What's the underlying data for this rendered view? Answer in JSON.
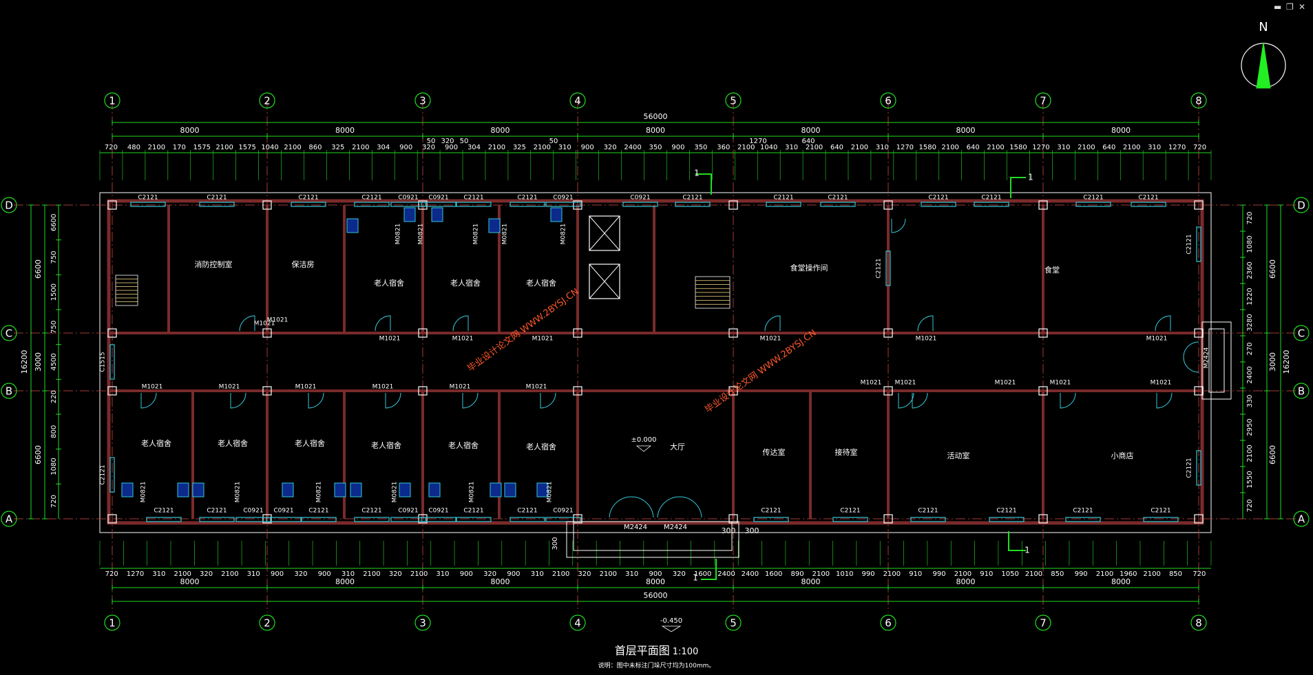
{
  "title": "首层平面图",
  "scale": "1:100",
  "note": "说明：图中未标注门垛尺寸均为100mm。",
  "north": "N",
  "window_controls": [
    "▬",
    "❐",
    "✕"
  ],
  "watermark": "毕业设计论文网 WWW.2BYSJ.CN",
  "axes_x": [
    "1",
    "2",
    "3",
    "4",
    "5",
    "6",
    "7",
    "8"
  ],
  "axes_y": [
    "D",
    "C",
    "B",
    "A"
  ],
  "overall_length": "56000",
  "overall_width": "16200",
  "bay": "8000",
  "top_detail": [
    "720",
    "480",
    "2100",
    "170",
    "1575",
    "2100",
    "1575",
    "1040",
    "2100",
    "860",
    "325",
    "2100",
    "304",
    "900",
    "320",
    "900",
    "304",
    "2100",
    "325",
    "2100",
    "310",
    "900",
    "320",
    "2400",
    "350",
    "900",
    "350",
    "360",
    "2100",
    "1040",
    "310",
    "2100",
    "640",
    "2100",
    "310",
    "1270",
    "1580",
    "2100",
    "640",
    "2100",
    "1580",
    "1270",
    "310",
    "2100",
    "640",
    "2100",
    "310",
    "1270",
    "720"
  ],
  "bottom_detail": [
    "720",
    "1270",
    "310",
    "2100",
    "320",
    "2100",
    "310",
    "900",
    "320",
    "900",
    "310",
    "2100",
    "320",
    "2100",
    "310",
    "900",
    "320",
    "900",
    "310",
    "2100",
    "320",
    "2100",
    "310",
    "900",
    "320",
    "1600",
    "2400",
    "2400",
    "1600",
    "890",
    "2100",
    "1010",
    "990",
    "2100",
    "910",
    "990",
    "2100",
    "910",
    "1050",
    "2100",
    "850",
    "990",
    "2100",
    "1960",
    "2100",
    "850",
    "720"
  ],
  "top_small": [
    "50",
    "320",
    "50",
    "50",
    "1270",
    "640"
  ],
  "left_dims": [
    "6600",
    "3000",
    "6600"
  ],
  "left_detail": [
    "6600",
    "750",
    "1500",
    "750",
    "4500",
    "220",
    "800",
    "1080",
    "720"
  ],
  "right_dims": [
    "6600",
    "3000",
    "6600"
  ],
  "right_detail": [
    "720",
    "1080",
    "2360",
    "1220",
    "3280",
    "270",
    "2400",
    "330",
    "2950",
    "2100",
    "1550",
    "720"
  ],
  "rooms_top": [
    "消防控制室",
    "保洁房",
    "老人宿舍",
    "老人宿舍",
    "老人宿舍",
    "食堂操作间",
    "食堂"
  ],
  "rooms_bottom": [
    "老人宿舍",
    "老人宿舍",
    "老人宿舍",
    "老人宿舍",
    "老人宿舍",
    "老人宿舍",
    "大厅",
    "传达室",
    "接待室",
    "活动室",
    "小商店"
  ],
  "level_hall": "±0.000",
  "level_outdoor": "-0.450",
  "section_mark": "1",
  "label_c2121": "C2121",
  "label_c0921": "C0921",
  "label_c1515": "C1515",
  "label_m1021": "M1021",
  "label_m0821": "M0821",
  "label_m2424": "M2424",
  "label_300": "300"
}
